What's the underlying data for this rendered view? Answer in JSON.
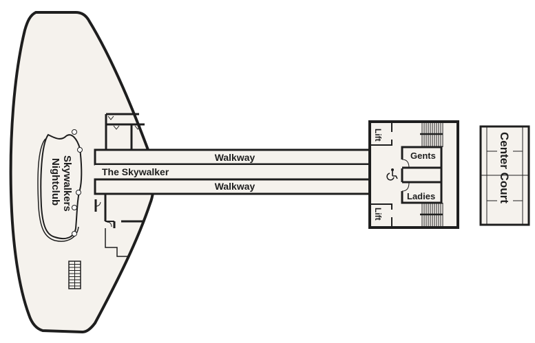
{
  "map": {
    "type": "deck-plan",
    "colors": {
      "floor": "#f5f2ed",
      "wall": "#1e1e1e",
      "background": "#ffffff"
    },
    "areas": {
      "nightclub": {
        "line1": "Skywalkers",
        "line2": "Nightclub"
      },
      "skywalker_corridor": "The Skywalker",
      "walkway_top": "Walkway",
      "walkway_bottom": "Walkway",
      "lift_top": "Lift",
      "lift_bottom": "Lift",
      "gents": "Gents",
      "ladies": "Ladies",
      "center_court": "Center Court"
    },
    "icons": {
      "accessible": "wheelchair-icon"
    }
  }
}
